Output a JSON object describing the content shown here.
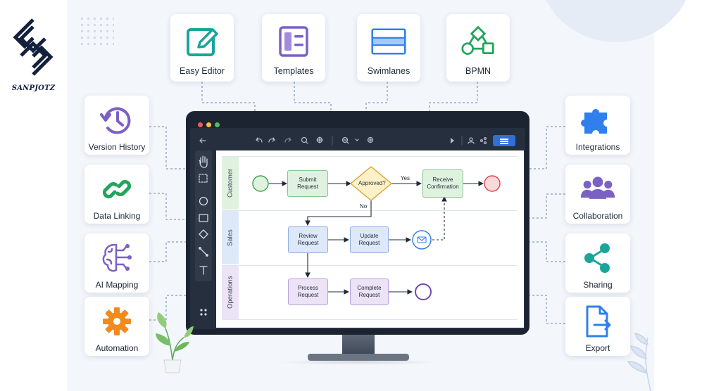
{
  "brand": {
    "name": "SANPJOTZ"
  },
  "colors": {
    "accent": "#2f6fd6",
    "teal": "#1aa59a",
    "purple": "#7b61c4",
    "green": "#22a55b",
    "orange": "#f18a1f",
    "icon_blue": "#2f80ed"
  },
  "features": {
    "top": [
      {
        "label": "Easy Editor",
        "icon": "pencil-edit-icon"
      },
      {
        "label": "Templates",
        "icon": "template-icon"
      },
      {
        "label": "Swimlanes",
        "icon": "swimlanes-icon"
      },
      {
        "label": "BPMN",
        "icon": "bpmn-icon"
      }
    ],
    "left": [
      {
        "label": "Version History",
        "icon": "history-clock-icon"
      },
      {
        "label": "Data Linking",
        "icon": "link-icon"
      },
      {
        "label": "AI Mapping",
        "icon": "ai-brain-icon"
      },
      {
        "label": "Automation",
        "icon": "gear-icon"
      }
    ],
    "right": [
      {
        "label": "Integrations",
        "icon": "puzzle-icon"
      },
      {
        "label": "Collaboration",
        "icon": "users-icon"
      },
      {
        "label": "Sharing",
        "icon": "share-icon"
      },
      {
        "label": "Export",
        "icon": "export-file-icon"
      }
    ]
  },
  "diagram": {
    "lanes": [
      "Customer",
      "Sales",
      "Operations"
    ],
    "nodes": {
      "submit": "Submit\nRequest",
      "approved": "Approved?",
      "receive": "Receive\nConfirmation",
      "review": "Review\nRequest",
      "update": "Update\nRequest",
      "process": "Process\nRequest",
      "complete": "Complete\nRequest"
    },
    "edge_labels": {
      "yes": "Yes",
      "no": "No"
    }
  },
  "toolbar": {
    "icons": [
      "back-arrow-icon",
      "undo-icon",
      "redo-icon",
      "redo-disabled-icon",
      "zoom-in-icon",
      "fit-icon",
      "zoom-out-icon",
      "chevron-down-icon",
      "zoom-add-icon",
      "play-icon",
      "person-icon",
      "share-icon",
      "menu-icon"
    ],
    "tools": [
      "hand-icon",
      "select-icon",
      "circle-icon",
      "rectangle-icon",
      "diamond-icon",
      "connector-icon",
      "text-icon",
      "apps-icon"
    ]
  }
}
